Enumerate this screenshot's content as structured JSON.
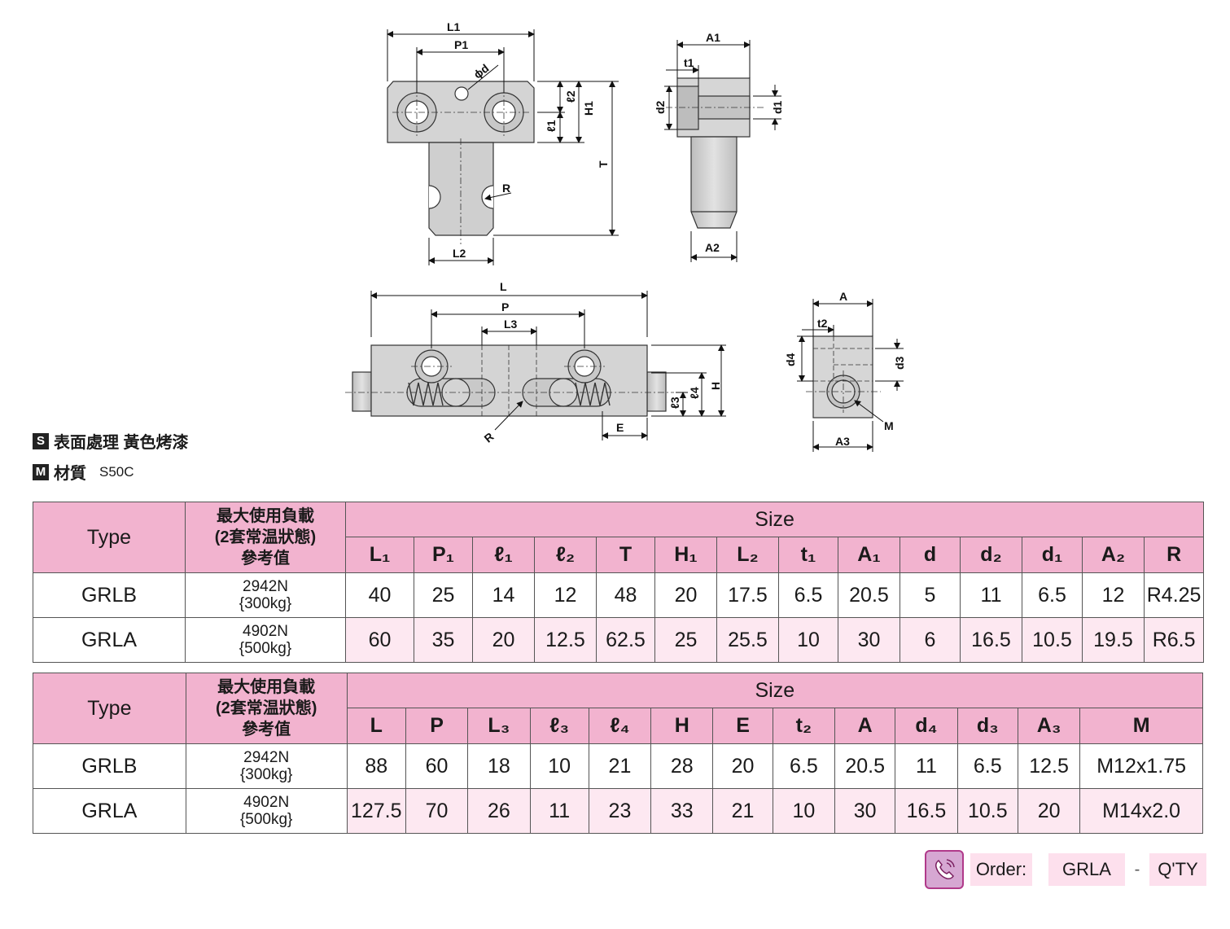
{
  "drawing_labels": {
    "L1": "L1",
    "P1": "P1",
    "phi_d": "ϕd",
    "l2": "ℓ2",
    "H1": "H1",
    "l1": "ℓ1",
    "T": "T",
    "R": "R",
    "L2": "L2",
    "A1": "A1",
    "t1": "t1",
    "d2": "d2",
    "d1": "d1",
    "A2": "A2",
    "L": "L",
    "P": "P",
    "L3": "L3",
    "H": "H",
    "l4": "ℓ4",
    "l3": "ℓ3",
    "E": "E",
    "R2": "R",
    "A": "A",
    "t2": "t2",
    "d4": "d4",
    "d3": "d3",
    "M": "M",
    "A3": "A3"
  },
  "specs": {
    "surface_marker": "S",
    "surface": "表面處理 黃色烤漆",
    "material_marker": "M",
    "material_label": "材質",
    "material_value": "S50C"
  },
  "table1": {
    "type_header": "Type",
    "load_header": [
      "最大使用負載",
      "(2套常温狀態)",
      "參考值"
    ],
    "size_header": "Size",
    "columns": [
      "L₁",
      "P₁",
      "ℓ₁",
      "ℓ₂",
      "T",
      "H₁",
      "L₂",
      "t₁",
      "A₁",
      "d",
      "d₂",
      "d₁",
      "A₂",
      "R"
    ],
    "rows": [
      {
        "type": "GRLB",
        "load": [
          "2942N",
          "{300kg}"
        ],
        "values": [
          "40",
          "25",
          "14",
          "12",
          "48",
          "20",
          "17.5",
          "6.5",
          "20.5",
          "5",
          "11",
          "6.5",
          "12",
          "R4.25"
        ]
      },
      {
        "type": "GRLA",
        "load": [
          "4902N",
          "{500kg}"
        ],
        "values": [
          "60",
          "35",
          "20",
          "12.5",
          "62.5",
          "25",
          "25.5",
          "10",
          "30",
          "6",
          "16.5",
          "10.5",
          "19.5",
          "R6.5"
        ]
      }
    ]
  },
  "table2": {
    "type_header": "Type",
    "load_header": [
      "最大使用負載",
      "(2套常温狀態)",
      "參考值"
    ],
    "size_header": "Size",
    "columns": [
      "L",
      "P",
      "L₃",
      "ℓ₃",
      "ℓ₄",
      "H",
      "E",
      "t₂",
      "A",
      "d₄",
      "d₃",
      "A₃",
      "M"
    ],
    "rows": [
      {
        "type": "GRLB",
        "load": [
          "2942N",
          "{300kg}"
        ],
        "values": [
          "88",
          "60",
          "18",
          "10",
          "21",
          "28",
          "20",
          "6.5",
          "20.5",
          "11",
          "6.5",
          "12.5",
          "M12x1.75"
        ]
      },
      {
        "type": "GRLA",
        "load": [
          "4902N",
          "{500kg}"
        ],
        "values": [
          "127.5",
          "70",
          "26",
          "11",
          "23",
          "33",
          "21",
          "10",
          "30",
          "16.5",
          "10.5",
          "20",
          "M14x2.0"
        ]
      }
    ]
  },
  "order": {
    "label": "Order:",
    "model": "GRLA",
    "dash": "-",
    "qty": "Q'TY"
  },
  "colors": {
    "header_pink": "#f2b3cf",
    "row_pink": "#fde8f1",
    "part_gray": "#d4d4d4",
    "icon_purple": "#b03a8a"
  }
}
